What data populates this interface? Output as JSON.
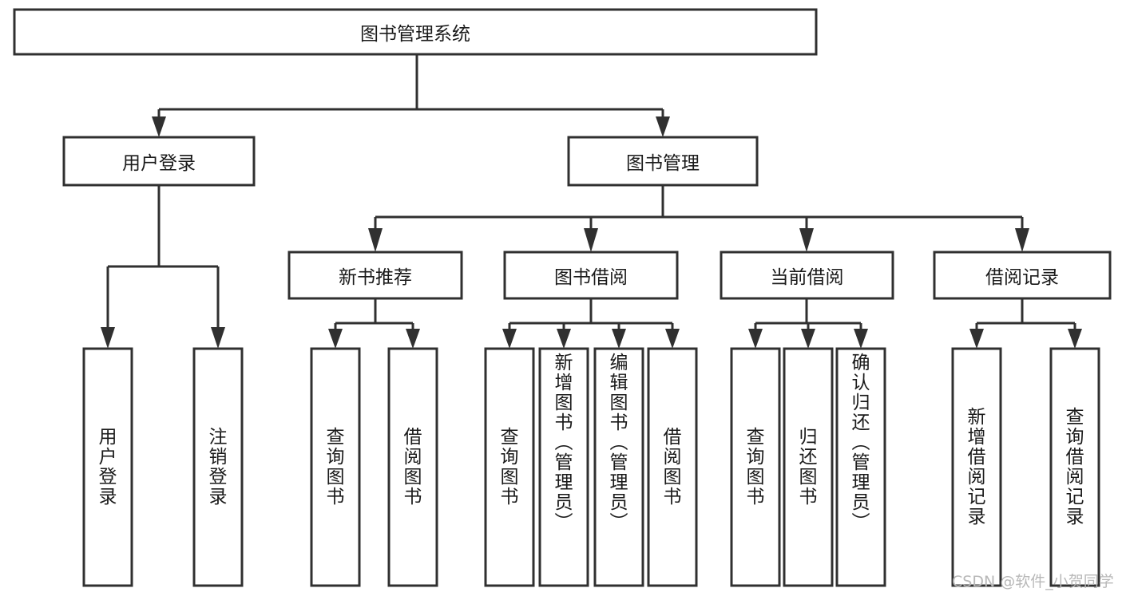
{
  "diagram": {
    "title": "图书管理系统",
    "type": "tree-hierarchy-chart",
    "orientation": "top-down",
    "colors": {
      "box_stroke": "#303030",
      "box_fill": "#ffffff",
      "connector": "#303030",
      "text": "#1a1a1a",
      "background": "#ffffff",
      "watermark": "#b8b8b8"
    },
    "root": {
      "label": "图书管理系统",
      "orientation": "horizontal"
    },
    "level2": [
      {
        "label": "用户登录",
        "orientation": "horizontal"
      },
      {
        "label": "图书管理",
        "orientation": "horizontal"
      }
    ],
    "level3": [
      {
        "label": "新书推荐",
        "orientation": "horizontal"
      },
      {
        "label": "图书借阅",
        "orientation": "horizontal"
      },
      {
        "label": "当前借阅",
        "orientation": "horizontal"
      },
      {
        "label": "借阅记录",
        "orientation": "horizontal"
      }
    ],
    "leaves": {
      "user_login": [
        {
          "label": "用户登录",
          "orientation": "vertical"
        },
        {
          "label": "注销登录",
          "orientation": "vertical"
        }
      ],
      "new_book_recommend": [
        {
          "label": "查询图书",
          "orientation": "vertical"
        },
        {
          "label": "借阅图书",
          "orientation": "vertical"
        }
      ],
      "book_borrow": [
        {
          "label": "查询图书",
          "orientation": "vertical"
        },
        {
          "label": "新增图书（管理员）",
          "orientation": "vertical"
        },
        {
          "label": "编辑图书（管理员）",
          "orientation": "vertical"
        },
        {
          "label": "借阅图书",
          "orientation": "vertical"
        }
      ],
      "current_borrow": [
        {
          "label": "查询图书",
          "orientation": "vertical"
        },
        {
          "label": "归还图书",
          "orientation": "vertical"
        },
        {
          "label": "确认归还（管理员）",
          "orientation": "vertical"
        }
      ],
      "borrow_record": [
        {
          "label": "新增借阅记录",
          "orientation": "vertical"
        },
        {
          "label": "查询借阅记录",
          "orientation": "vertical"
        }
      ]
    }
  },
  "watermark": {
    "text": "CSDN @软件_小贺同学"
  }
}
